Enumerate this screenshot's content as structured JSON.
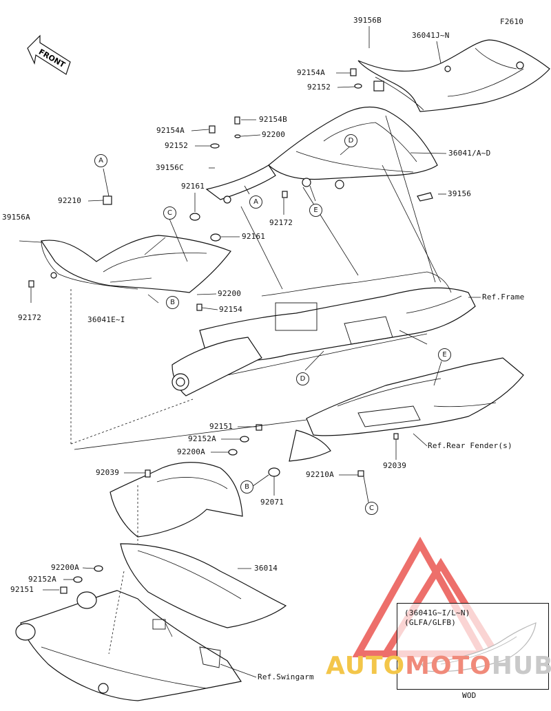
{
  "figure_code": "F2610",
  "front_label": "FRONT",
  "labels": {
    "p39156B": "39156B",
    "p36041JN": "36041J~N",
    "p92154A_top": "92154A",
    "p92152_top": "92152",
    "p92154B": "92154B",
    "p92154A_mid": "92154A",
    "p92200_mid": "92200",
    "p92152_mid": "92152",
    "p36041AD": "36041/A~D",
    "p39156C": "39156C",
    "p92161_a": "92161",
    "p92210": "92210",
    "p39156": "39156",
    "p39156A": "39156A",
    "p92172_right": "92172",
    "p92161_b": "92161",
    "p92172_left": "92172",
    "p36041EI": "36041E~I",
    "p92200_low": "92200",
    "p92154": "92154",
    "ref_frame": "Ref.Frame",
    "p92151_a": "92151",
    "p92152A_a": "92152A",
    "p92200A_a": "92200A",
    "p92039_left": "92039",
    "ref_rear_fender": "Ref.Rear Fender(s)",
    "p92039_right": "92039",
    "p92210A": "92210A",
    "p92071": "92071",
    "p92200A_b": "92200A",
    "p92152A_b": "92152A",
    "p92151_b": "92151",
    "p36014": "36014",
    "ref_swingarm": "Ref.Swingarm"
  },
  "callouts": {
    "a1": "A",
    "a2": "A",
    "b1": "B",
    "b2": "B",
    "c1": "C",
    "c2": "C",
    "d1": "D",
    "d2": "D",
    "e1": "E",
    "e2": "E"
  },
  "inset": {
    "line1": "(36041G~I/L~N)",
    "line2": "(GLFA/GLFB)",
    "caption": "WOD"
  },
  "watermark": {
    "auto": "AUTO",
    "moto": "MOTO",
    "hub": "HUB"
  },
  "colors": {
    "line": "#111111",
    "watermark_red": "#e8403a",
    "watermark_yellow": "#f3c64a"
  }
}
